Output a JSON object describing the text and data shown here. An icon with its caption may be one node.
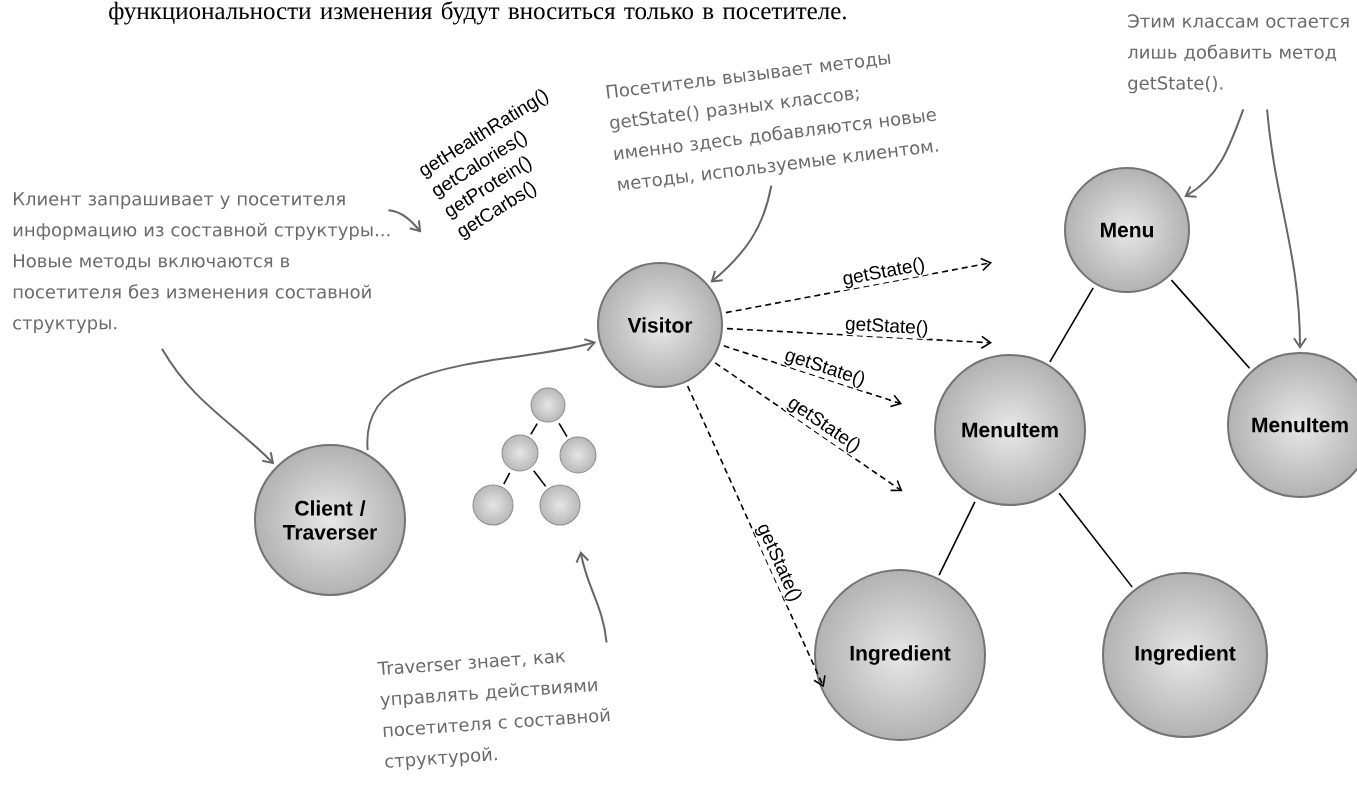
{
  "diagram": {
    "nodes": [
      {
        "text": [
          "Client / Traverser"
        ]
      },
      {
        "text": [
          "Visitor"
        ]
      },
      {
        "text": [
          "Menu"
        ]
      },
      {
        "text": [
          "MenuItem"
        ]
      },
      {
        "text": [
          "MenuItem"
        ]
      },
      {
        "text": [
          "Ingredient"
        ]
      },
      {
        "text": [
          "Ingredient"
        ]
      },
      {
        "text": [],
        "shape": "circle"
      },
      {
        "text": [],
        "shape": "circle"
      },
      {
        "text": [],
        "shape": "circle"
      },
      {
        "text": [],
        "shape": "circle"
      },
      {
        "text": [],
        "shape": "circle"
      },
      {
        "text": [
          "Клиент запрашивает у посетителя информацию из составной структуры... Новые методы включаются в посетителя без изменения составной структуры."
        ]
      },
      {
        "text": [
          "getHealthRating() getCalories() getProtein() getCarbs()"
        ]
      },
      {
        "text": [
          "Посетитель вызывает методы getState() разных классов; именно здесь добавляются новые методы, используемые клиентом."
        ]
      },
      {
        "text": [
          "Этим классам остается лишь добавить метод getState()."
        ]
      },
      {
        "text": [
          "Traverser знает, как управлять действиями посетителя с составной структурой."
        ]
      }
    ],
    "edges": [
      {
        "from": 0,
        "to": 1,
        "arrow": "to",
        "color": "#666666"
      },
      {
        "from": 12,
        "to": 13,
        "arrow": "to",
        "color": "#666666"
      },
      {
        "from": 12,
        "to": 0,
        "arrow": "to",
        "color": "#666666"
      },
      {
        "from": 14,
        "to": 1,
        "arrow": "to",
        "color": "#666666"
      },
      {
        "from": 15,
        "to": 2,
        "arrow": "to",
        "color": "#666666"
      },
      {
        "from": 15,
        "to": 4,
        "arrow": "to",
        "color": "#666666"
      },
      {
        "from": 16,
        "to": null,
        "arrow": "to",
        "color": "#666666"
      },
      {
        "from": 1,
        "to": null,
        "arrow": "to",
        "style": "dashed",
        "label": "getState()"
      },
      {
        "from": 1,
        "to": 3,
        "arrow": "to",
        "style": "dashed",
        "label": "getState()"
      },
      {
        "from": 1,
        "to": null,
        "arrow": "to",
        "style": "dashed",
        "label": "getState()"
      },
      {
        "from": 1,
        "to": null,
        "arrow": "to",
        "style": "dashed",
        "label": "getState()"
      },
      {
        "from": 1,
        "to": 5,
        "arrow": "to",
        "style": "dashed",
        "label": "getState()"
      },
      {
        "from": 2,
        "to": 3,
        "arrow": "none"
      },
      {
        "from": 2,
        "to": 4,
        "arrow": "none"
      },
      {
        "from": 3,
        "to": 5,
        "arrow": "none"
      },
      {
        "from": 3,
        "to": 6,
        "arrow": "none"
      },
      {
        "from": 7,
        "to": 8,
        "arrow": "none"
      },
      {
        "from": 7,
        "to": 9,
        "arrow": "none"
      },
      {
        "from": 8,
        "to": 10,
        "arrow": "none"
      },
      {
        "from": 8,
        "to": 11,
        "arrow": "none"
      }
    ],
    "labels": [
      "функциональности изменения будут вноситься только в посетителе."
    ]
  }
}
